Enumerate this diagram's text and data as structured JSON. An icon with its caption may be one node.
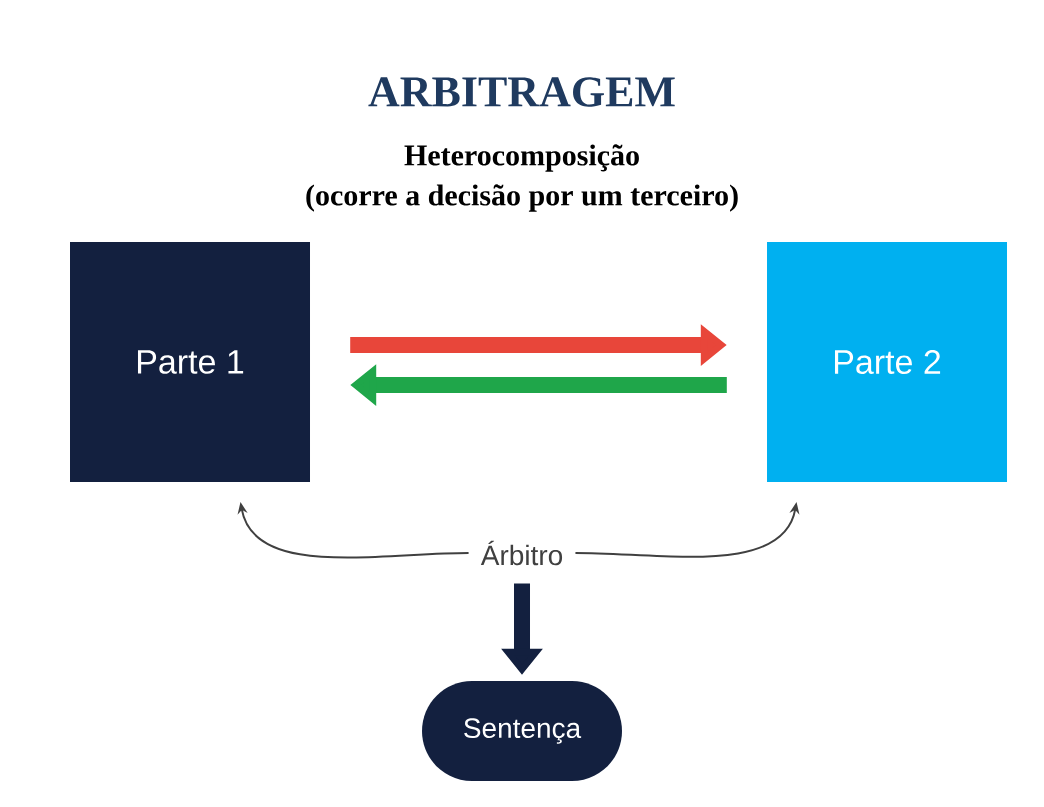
{
  "diagram": {
    "title": "ARBITRAGEM",
    "nodes": [
      {
        "text": [
          "Parte 1"
        ]
      },
      {
        "text": [
          "Parte 2"
        ]
      },
      {
        "text": [
          "Árbitro"
        ]
      },
      {
        "text": [
          "Sentença"
        ]
      }
    ],
    "edges": [
      {
        "from": 0,
        "to": 1,
        "arrow": "to",
        "color": "#e8463a"
      },
      {
        "from": 1,
        "to": 0,
        "arrow": "to",
        "color": "#1fa64a"
      },
      {
        "from": 2,
        "to": 0,
        "arrow": "to"
      },
      {
        "from": 2,
        "to": 1,
        "arrow": "to"
      },
      {
        "from": 2,
        "to": 3,
        "arrow": "to",
        "color": "#13203f"
      }
    ],
    "labels": [
      "Heterocomposição",
      "(ocorre a decisão por um terceiro)"
    ]
  }
}
